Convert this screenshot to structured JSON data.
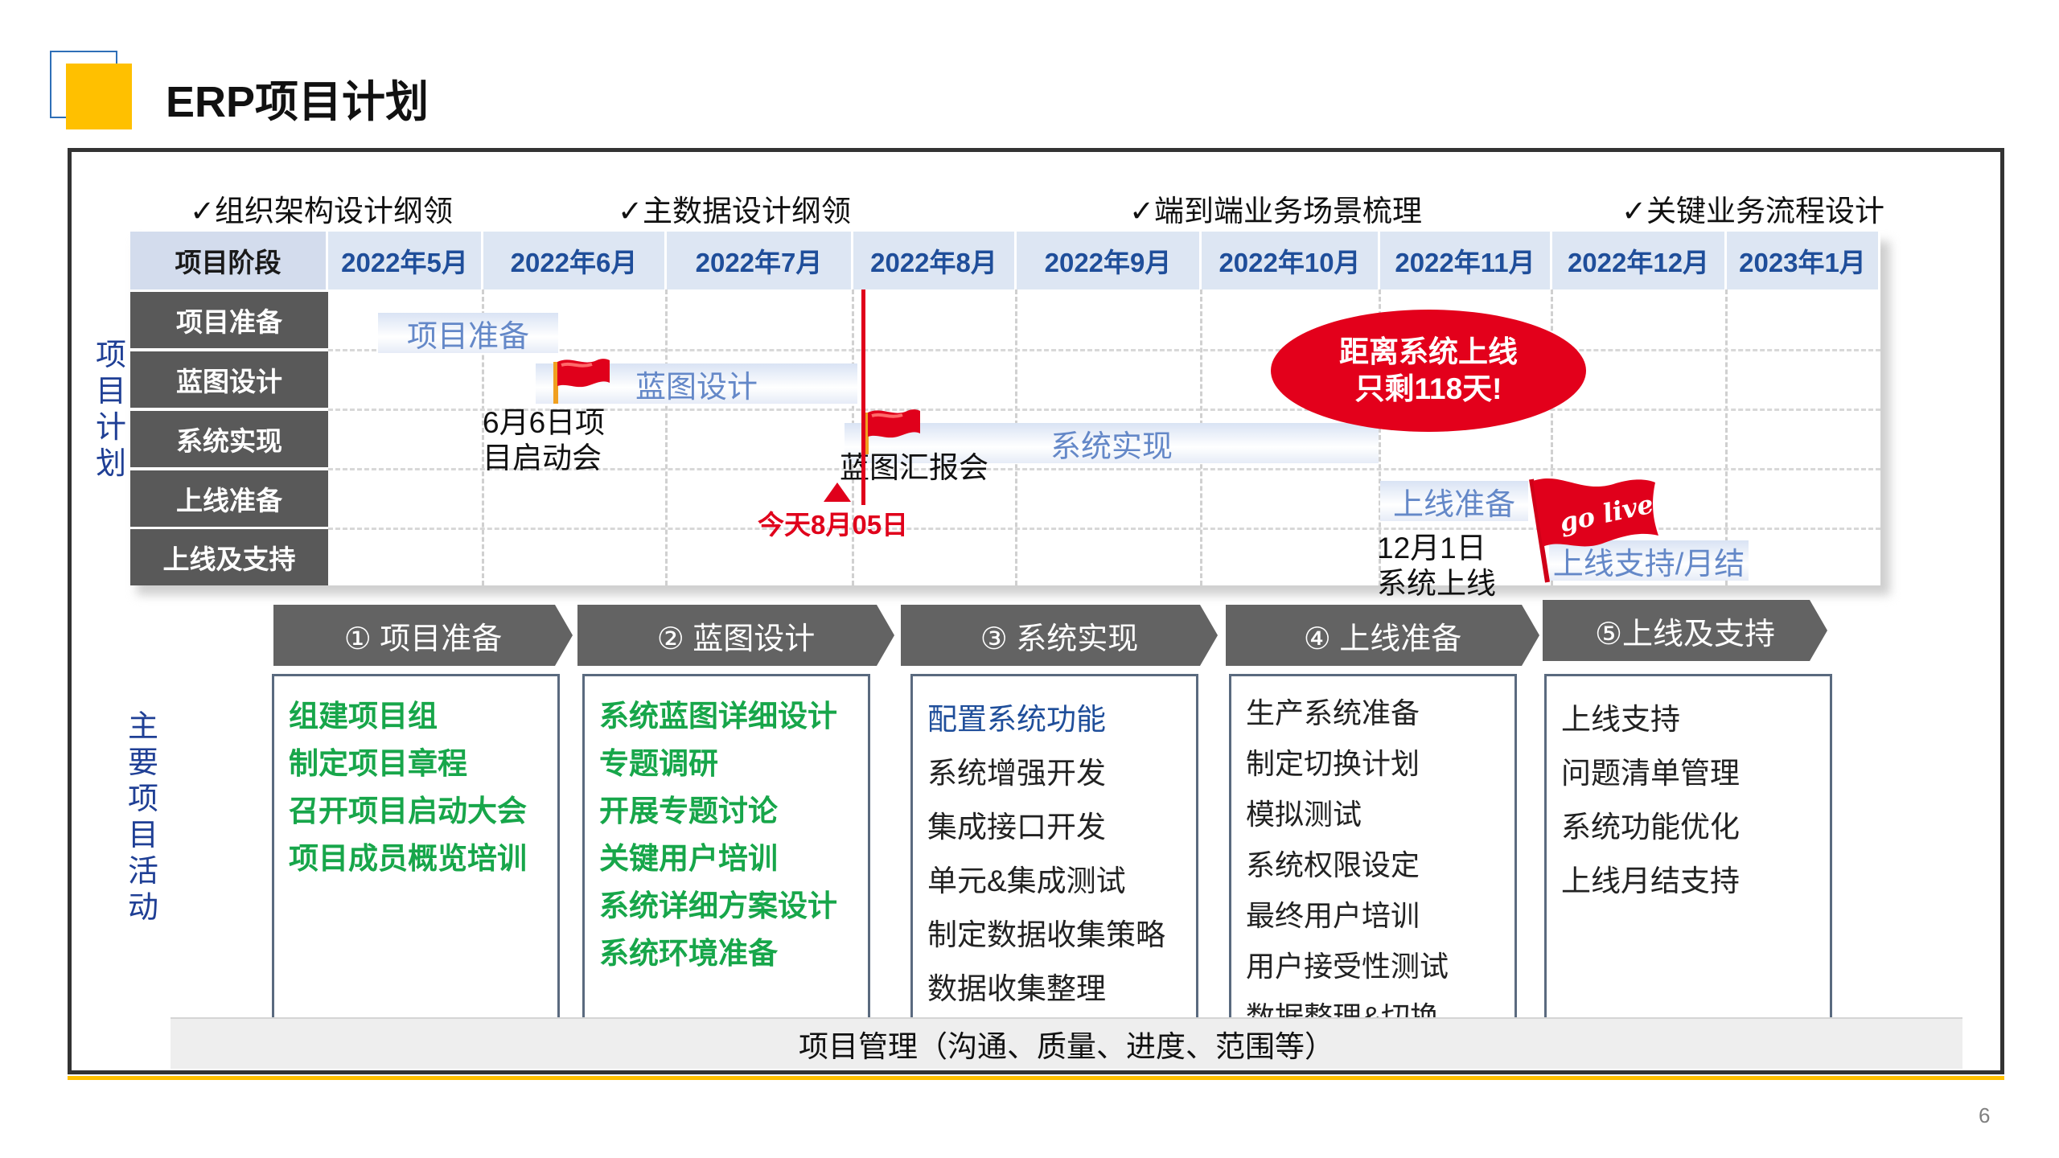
{
  "title": "ERP项目计划",
  "milestone_notes": [
    "✓组织架构设计纲领",
    "✓主数据设计纲领",
    "✓端到端业务场景梳理",
    "✓关键业务流程设计"
  ],
  "side_labels": {
    "plan": [
      "项",
      "目",
      "计",
      "划"
    ],
    "activities": [
      "主",
      "要",
      "项",
      "目",
      "活",
      "动"
    ]
  },
  "gantt": {
    "header_label": "项目阶段",
    "months": [
      "2022年5月",
      "2022年6月",
      "2022年7月",
      "2022年8月",
      "2022年9月",
      "2022年10月",
      "2022年11月",
      "2022年12月",
      "2023年1月"
    ],
    "rows": [
      "项目准备",
      "蓝图设计",
      "系统实现",
      "上线准备",
      "上线及支持"
    ],
    "bars": [
      "项目准备",
      "蓝图设计",
      "系统实现",
      "上线准备",
      "上线支持/月结"
    ],
    "events": [
      {
        "lines": [
          "6月6日项",
          "目启动会"
        ],
        "icon": "red-flag-icon"
      },
      {
        "lines": [
          "蓝图汇报会"
        ],
        "icon": "red-flag-icon"
      },
      {
        "lines": [
          "12月1日",
          "系统上线"
        ],
        "icon": "go-live-flag-icon",
        "flag_text": "go live!"
      }
    ],
    "today_label": "今天8月05日",
    "countdown": [
      "距离系统上线",
      "只剩118天!"
    ]
  },
  "phases": [
    {
      "label": "① 项目准备",
      "activities": [
        "组建项目组",
        "制定项目章程",
        "召开项目启动大会",
        "项目成员概览培训"
      ]
    },
    {
      "label": "② 蓝图设计",
      "activities": [
        "系统蓝图详细设计",
        "专题调研",
        "开展专题讨论",
        "关键用户培训",
        "系统详细方案设计",
        "系统环境准备"
      ]
    },
    {
      "label": "③ 系统实现",
      "activities": [
        "配置系统功能",
        "系统增强开发",
        "集成接口开发",
        "单元&集成测试",
        "制定数据收集策略",
        "数据收集整理"
      ]
    },
    {
      "label": "④ 上线准备",
      "activities": [
        "生产系统准备",
        "制定切换计划",
        "模拟测试",
        "系统权限设定",
        "最终用户培训",
        "用户接受性测试",
        "数据整理&切换"
      ]
    },
    {
      "label": "⑤上线及支持",
      "activities": [
        "上线支持",
        "问题清单管理",
        "系统功能优化",
        "上线月结支持"
      ]
    }
  ],
  "project_management": "项目管理（沟通、质量、进度、范围等）",
  "page_number": "6",
  "colors": {
    "accent_yellow": "#ffc000",
    "heading_blue": "#1f4e9a",
    "activity_green": "#17a64a",
    "alert_red": "#e0001b",
    "phase_gray": "#636363"
  }
}
